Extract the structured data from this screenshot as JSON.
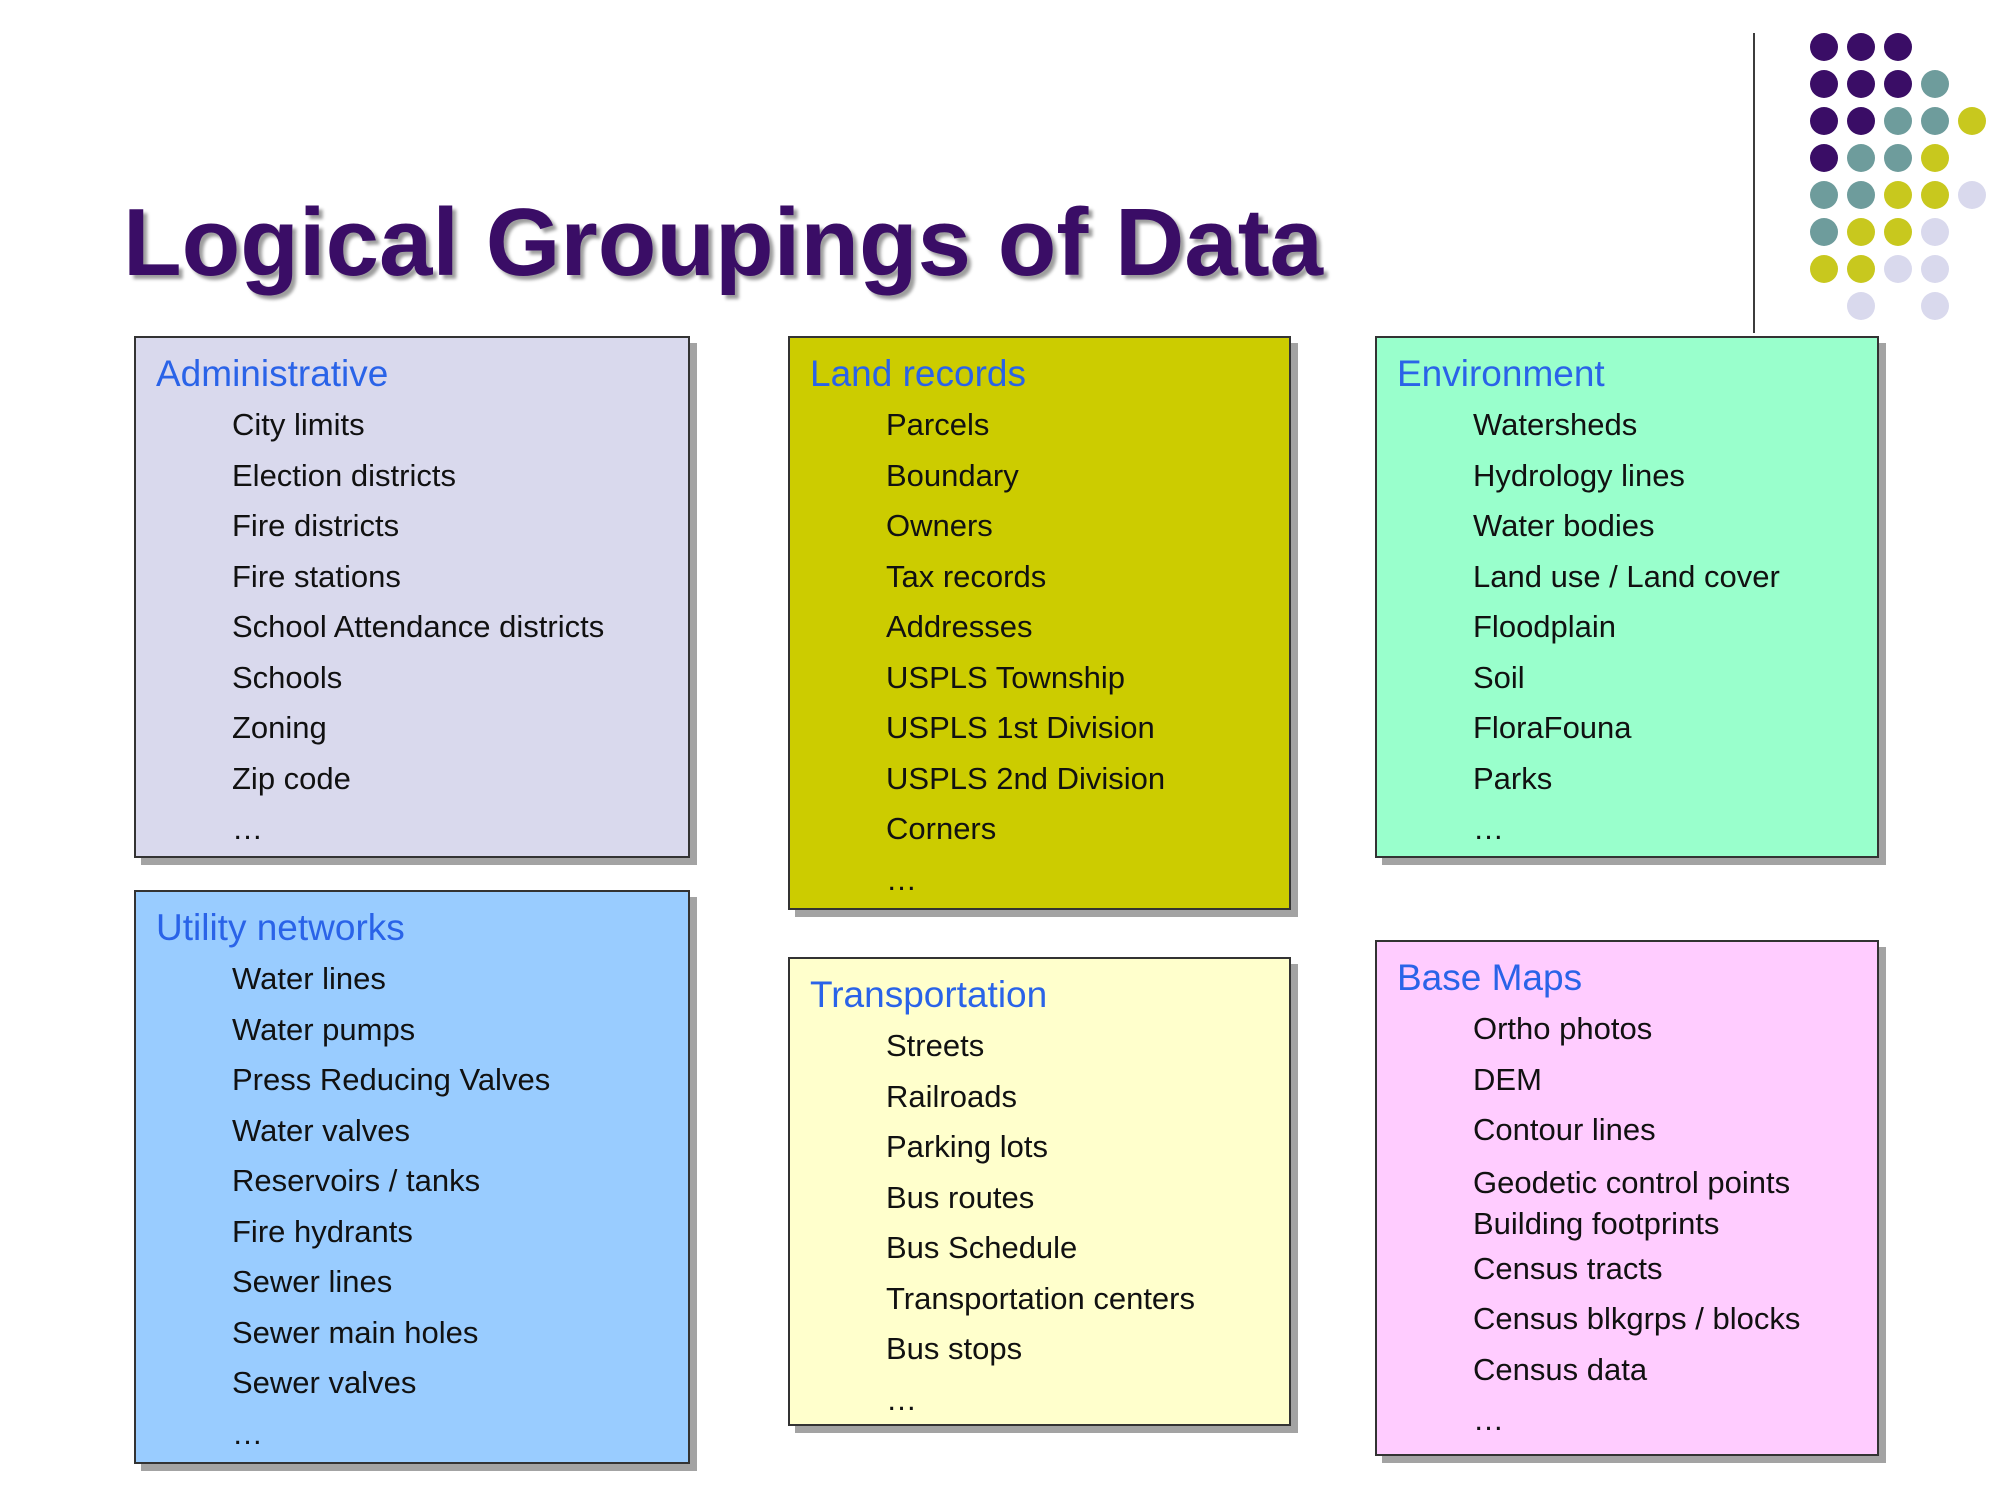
{
  "slide": {
    "title": "Logical Groupings of Data"
  },
  "colors": {
    "title": "#3a0d66",
    "box_heading": "#2a63e8",
    "dot_purple": "#3a0d66",
    "dot_teal": "#6e9c9c",
    "dot_olive": "#c8c81e",
    "dot_lavender": "#d9d9ed"
  },
  "boxes": {
    "administrative": {
      "title": "Administrative",
      "bg": "#d9d9ed",
      "items": [
        "City limits",
        "Election districts",
        "Fire districts",
        "Fire stations",
        "School Attendance districts",
        "Schools",
        "Zoning",
        "Zip code",
        "…"
      ]
    },
    "land_records": {
      "title": "Land records",
      "bg": "#cccc00",
      "items": [
        "Parcels",
        "Boundary",
        "Owners",
        "Tax records",
        "Addresses",
        "USPLS Township",
        "USPLS 1st Division",
        "USPLS 2nd Division",
        "Corners",
        "…"
      ]
    },
    "environment": {
      "title": "Environment",
      "bg": "#99ffcc",
      "items": [
        "Watersheds",
        "Hydrology lines",
        "Water bodies",
        "Land use / Land cover",
        "Floodplain",
        "Soil",
        "FloraFouna",
        "Parks",
        "…"
      ]
    },
    "utility_networks": {
      "title": "Utility networks",
      "bg": "#99ccff",
      "items": [
        "Water lines",
        "Water pumps",
        "Press Reducing Valves",
        "Water valves",
        "Reservoirs / tanks",
        "Fire hydrants",
        "Sewer lines",
        "Sewer main holes",
        "Sewer valves",
        "…"
      ]
    },
    "transportation": {
      "title": "Transportation",
      "bg": "#ffffcc",
      "items": [
        "Streets",
        "Railroads",
        "Parking lots",
        "Bus routes",
        "Bus Schedule",
        "Transportation centers",
        "Bus stops",
        "…"
      ]
    },
    "base_maps": {
      "title": "Base Maps",
      "bg": "#ffccff",
      "items": [
        "Ortho photos",
        "DEM",
        "Contour lines",
        "Geodetic control points",
        "Building footprints",
        "Census tracts",
        "Census blkgrps / blocks",
        "Census data",
        "…"
      ]
    }
  }
}
